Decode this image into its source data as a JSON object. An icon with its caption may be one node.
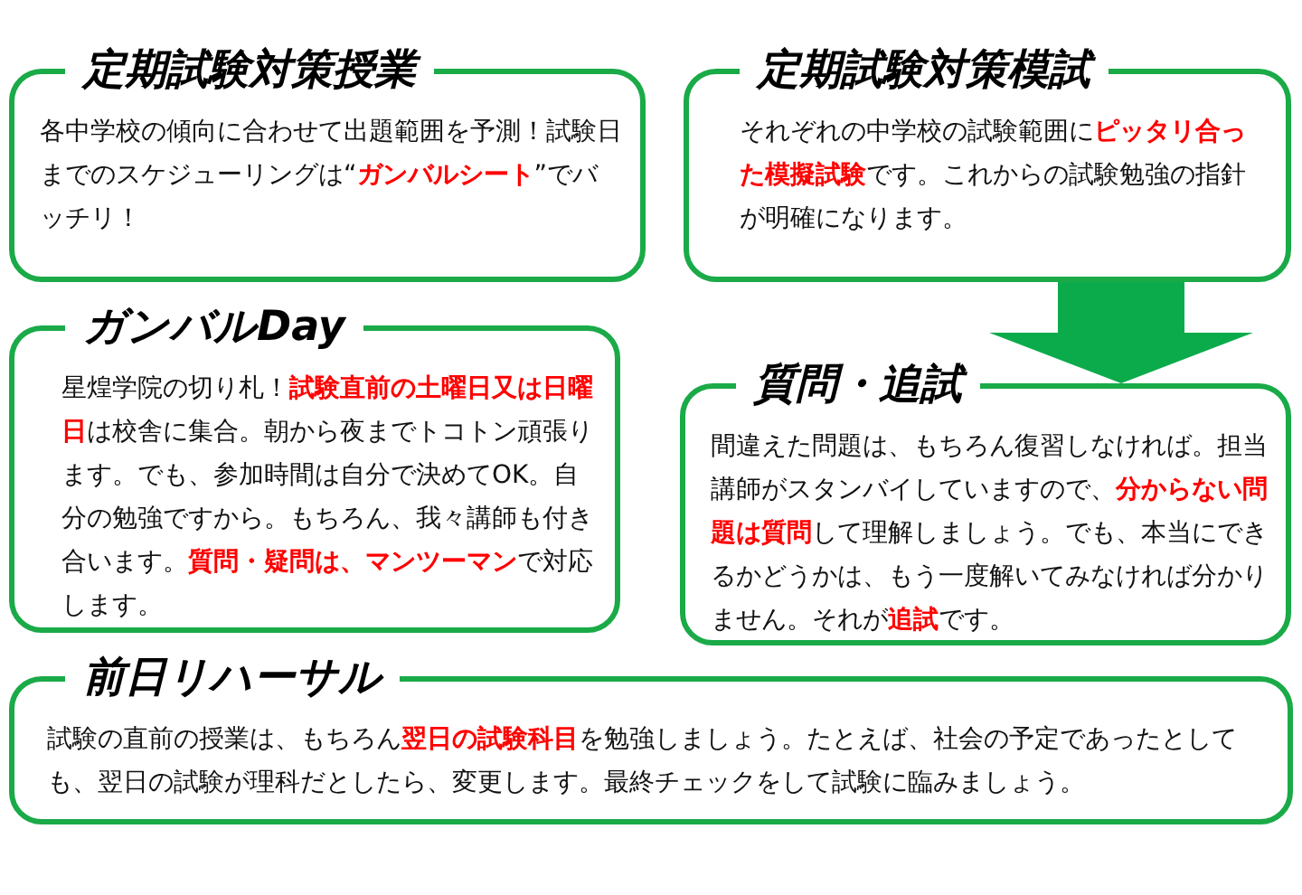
{
  "diagram": {
    "nodes": [
      {
        "text": [
          "定期試験対策授業",
          "各中学校の傾向に合わせて出題範囲を予測！試験日までのスケジューリングは“**ガンバルシート**”でバッチリ！"
        ]
      },
      {
        "text": [
          "定期試験対策模試",
          "それぞれの中学校の試験範囲に**ピッタリ合った模擬試験**です。これからの試験勉強の指針が明確になります。"
        ]
      },
      {
        "text": [
          "ガンバルDay",
          "星煌学院の切り札！**試験直前の土曜日又は日曜日**は校舎に集合。朝から夜までトコトン頑張ります。でも、参加時間は自分で決めてOK。自分の勉強ですから。もちろん、我々講師も付き合います。**質問・疑問は、マンツーマン**で対応します。"
        ]
      },
      {
        "text": [
          "質問・追試",
          "間違えた問題は、もちろん復習しなければ。担当講師がスタンバイしていますので、**分からない問題は質問**して理解しましょう。でも、本当にできるかどうかは、もう一度解いてみなければ分かりません。それが**追試**です。"
        ]
      },
      {
        "text": [
          "前日リハーサル",
          "試験の直前の授業は、もちろん**翌日の試験科目**を勉強しましょう。たとえば、社会の予定であったとしても、翌日の試験が理科だとしたら、変更します。最終チェックをして試験に臨みましょう。"
        ]
      }
    ],
    "edges": [
      {
        "from": 1,
        "to": 3,
        "arrow": "to"
      }
    ]
  }
}
